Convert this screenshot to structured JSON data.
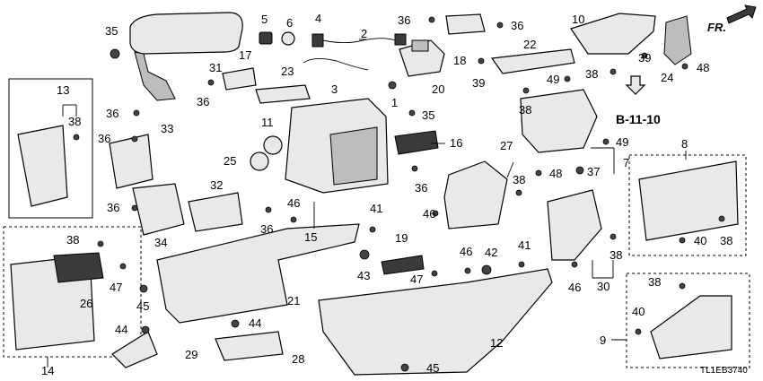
{
  "direction_label": "FR.",
  "reference_label": "B-11-10",
  "diagram_code": "TL1EB3740",
  "callouts": {
    "c1": "1",
    "c2": "2",
    "c3": "3",
    "c4": "4",
    "c5": "5",
    "c6": "6",
    "c7": "7",
    "c8": "8",
    "c9": "9",
    "c10": "10",
    "c11": "11",
    "c12": "12",
    "c13": "13",
    "c14": "14",
    "c15": "15",
    "c16": "16",
    "c17": "17",
    "c18": "18",
    "c19": "19",
    "c20": "20",
    "c21": "21",
    "c22": "22",
    "c23": "23",
    "c24": "24",
    "c25": "25",
    "c26": "26",
    "c27": "27",
    "c28": "28",
    "c29": "29",
    "c30": "30",
    "c31": "31",
    "c32": "32",
    "c33": "33",
    "c34": "34",
    "c35": "35",
    "c36": "36",
    "c37": "37",
    "c38": "38",
    "c39": "39",
    "c40": "40",
    "c41": "41",
    "c42": "42",
    "c43": "43",
    "c44": "44",
    "c45": "45",
    "c46": "46",
    "c47": "47",
    "c48": "48",
    "c49": "49"
  }
}
